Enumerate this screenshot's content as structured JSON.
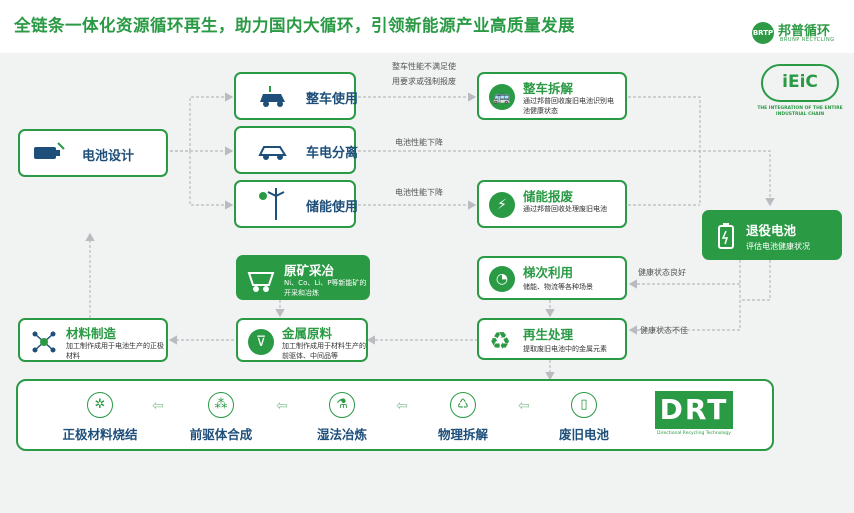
{
  "title": "全链条一体化资源循环再生，助力国内大循环，引领新能源产业高质量发展",
  "brand": {
    "name": "邦普循环",
    "sub": "BRUNP RECYCLING",
    "mark": "BRTP"
  },
  "ieic": {
    "mark": "iEiC",
    "caption": "THE INTEGRATION OF THE ENTIRE INDUSTRIAL CHAIN"
  },
  "nodes": {
    "battery_design": {
      "label": "电池设计"
    },
    "vehicle_use": {
      "label": "整车使用"
    },
    "separation": {
      "label": "车电分离"
    },
    "storage_use": {
      "label": "储能使用"
    },
    "vehicle_dismantle": {
      "label": "整车拆解",
      "desc": "通过邦普回收废旧电池识别电池健康状态"
    },
    "storage_scrap": {
      "label": "储能报废",
      "desc": "通过邦普回收处理废旧电池"
    },
    "retired": {
      "label": "退役电池",
      "desc": "评估电池健康状况"
    },
    "echelon": {
      "label": "梯次利用",
      "desc": "储能、物流等各种场景"
    },
    "regen": {
      "label": "再生处理",
      "desc": "提取废旧电池中的金属元素"
    },
    "mining": {
      "label": "原矿采冶",
      "desc": "Ni、Co、Li、P等新能矿的开采和冶炼"
    },
    "metal": {
      "label": "金属原料",
      "desc": "加工制作成用于材料生产的前驱体、中间品等"
    },
    "material": {
      "label": "材料制造",
      "desc": "加工制作成用于电池生产的正极材料"
    }
  },
  "notes": {
    "vehicle": [
      "整车性能不满足使",
      "用要求或强制报废"
    ],
    "perf1": "电池性能下降",
    "perf2": "电池性能下降",
    "good": "健康状态良好",
    "bad": "健康状态不佳"
  },
  "bottom_steps": [
    {
      "label": "正极材料烧结",
      "icon": "sinter-icon",
      "glyph": "✲"
    },
    {
      "label": "前驱体合成",
      "icon": "synthesis-icon",
      "glyph": "⁂"
    },
    {
      "label": "湿法冶炼",
      "icon": "flask-icon",
      "glyph": "⚗"
    },
    {
      "label": "物理拆解",
      "icon": "recycle-icon",
      "glyph": "♺"
    },
    {
      "label": "废旧电池",
      "icon": "battery-icon",
      "glyph": "▯"
    }
  ],
  "drt": {
    "mark": "DRT",
    "sub": "Directional Recycling Technology"
  },
  "colors": {
    "green": "#2a9a45",
    "navy": "#1e4f7a",
    "panel": "#f1f2f2",
    "line": "#b8bcc0"
  }
}
